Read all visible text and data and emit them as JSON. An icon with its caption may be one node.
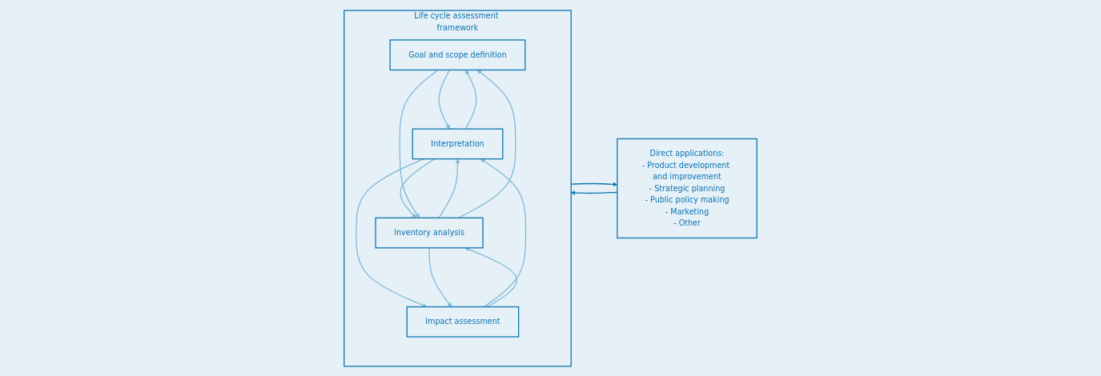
{
  "diagram": {
    "nodes": [
      {
        "text": [
          "Life cycle assessment framework"
        ]
      },
      {
        "text": [
          "Goal and scope definition"
        ],
        "in": 0
      },
      {
        "text": [
          "Inventory analysis"
        ],
        "in": 0
      },
      {
        "text": [
          "Impact assessment"
        ],
        "in": 0
      },
      {
        "text": [
          "Interpretation"
        ],
        "in": 0
      },
      {
        "text": [
          "Direct applications:",
          "- Product development and improvement",
          "- Strategic planning",
          "- Public policy making",
          "- Marketing",
          "- Other"
        ]
      }
    ],
    "edges": [
      {
        "from": 1,
        "to": 4,
        "arrow": "to"
      },
      {
        "from": 4,
        "to": 1,
        "arrow": "to"
      },
      {
        "from": 2,
        "to": 4,
        "arrow": "to"
      },
      {
        "from": 4,
        "to": 2,
        "arrow": "to"
      },
      {
        "from": 3,
        "to": 4,
        "arrow": "to"
      },
      {
        "from": 4,
        "to": 3,
        "arrow": "to"
      },
      {
        "from": 1,
        "to": 2,
        "arrow": "to"
      },
      {
        "from": 2,
        "to": 1,
        "arrow": "to"
      },
      {
        "from": 2,
        "to": 3,
        "arrow": "to"
      },
      {
        "from": 3,
        "to": 2,
        "arrow": "to"
      },
      {
        "from": 0,
        "to": 5,
        "arrow": "to",
        "color": "#0a74b0"
      },
      {
        "from": 5,
        "to": 0,
        "arrow": "to",
        "color": "#0a74b0"
      }
    ]
  }
}
